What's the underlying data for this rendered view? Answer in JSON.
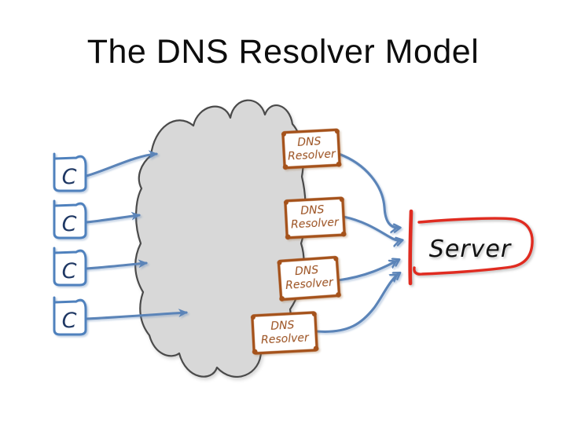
{
  "slide": {
    "title": "The DNS Resolver Model"
  },
  "diagram": {
    "clients": [
      {
        "label": "C"
      },
      {
        "label": "C"
      },
      {
        "label": "C"
      },
      {
        "label": "C"
      }
    ],
    "resolvers": [
      {
        "line1": "DNS",
        "line2": "Resolver"
      },
      {
        "line1": "DNS",
        "line2": "Resolver"
      },
      {
        "line1": "DNS",
        "line2": "Resolver"
      },
      {
        "line1": "DNS",
        "line2": "Resolver"
      }
    ],
    "server": {
      "label": "Server"
    },
    "colors": {
      "title_color": "#0d0d0d",
      "client_blue": "#4f81bd",
      "client_letter": "#1f3864",
      "arrow_blue": "#5b84b8",
      "resolver_brown": "#a5521b",
      "resolver_text": "#9a4f1e",
      "server_red": "#e02b20",
      "server_text": "#111111",
      "cloud_fill": "#d8d8d8",
      "cloud_stroke": "#4a4a4a",
      "background": "#ffffff"
    }
  }
}
